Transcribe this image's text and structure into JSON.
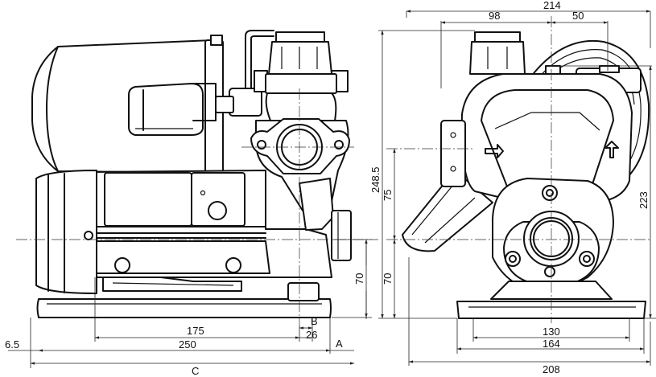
{
  "side_view": {
    "dims": {
      "offset": "6.5",
      "width_175": "175",
      "width_250": "250",
      "label_b": "B",
      "width_26": "26",
      "label_a": "A",
      "label_c": "C",
      "height_70": "70"
    }
  },
  "front_view": {
    "dims": {
      "width_214": "214",
      "width_98": "98",
      "width_50": "50",
      "height_248": "248.5",
      "height_75": "75",
      "height_70": "70",
      "height_223": "223",
      "width_130": "130",
      "width_164": "164",
      "width_208": "208"
    }
  }
}
